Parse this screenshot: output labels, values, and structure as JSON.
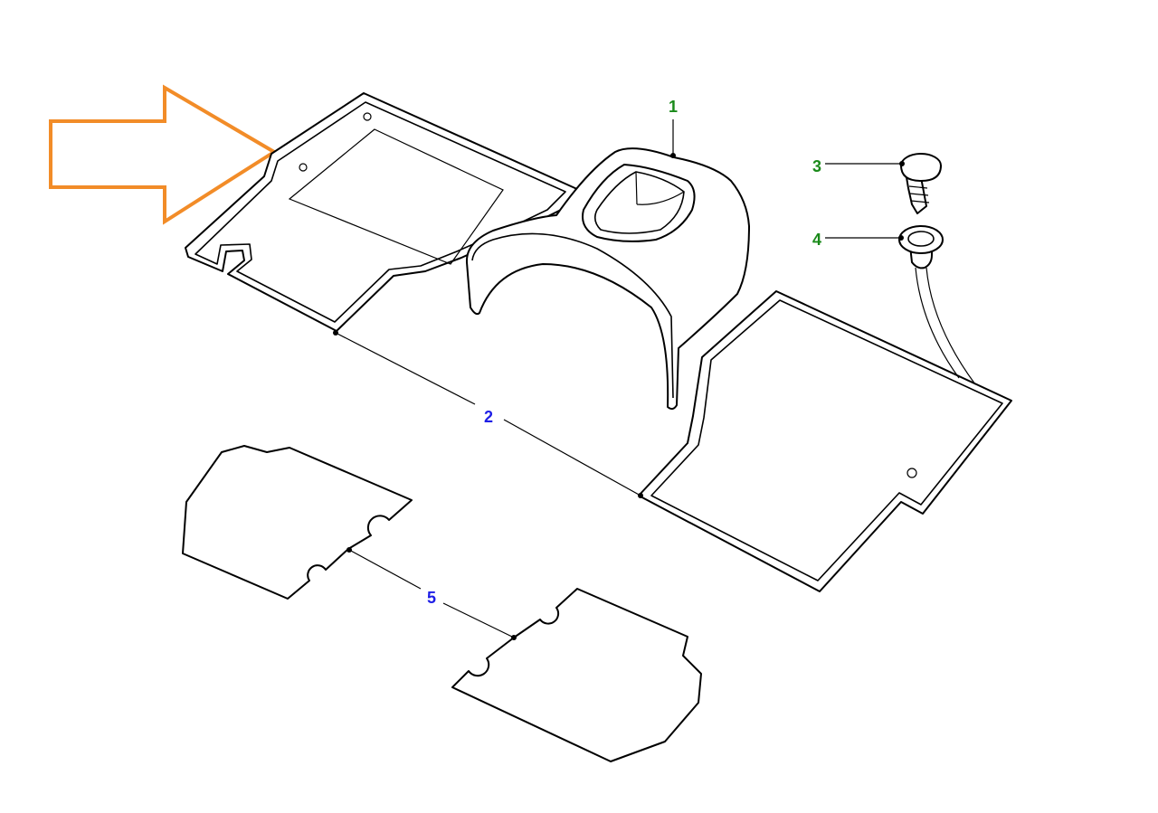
{
  "diagram": {
    "callouts": [
      {
        "id": "1",
        "label": "1",
        "color": "#1a8a1a"
      },
      {
        "id": "2",
        "label": "2",
        "color": "#1e1ee6"
      },
      {
        "id": "3",
        "label": "3",
        "color": "#1a8a1a"
      },
      {
        "id": "4",
        "label": "4",
        "color": "#1a8a1a"
      },
      {
        "id": "5",
        "label": "5",
        "color": "#1e1ee6"
      }
    ],
    "highlight_arrow": {
      "color": "#f28c28",
      "icon": "arrow-right-outline-icon"
    }
  }
}
